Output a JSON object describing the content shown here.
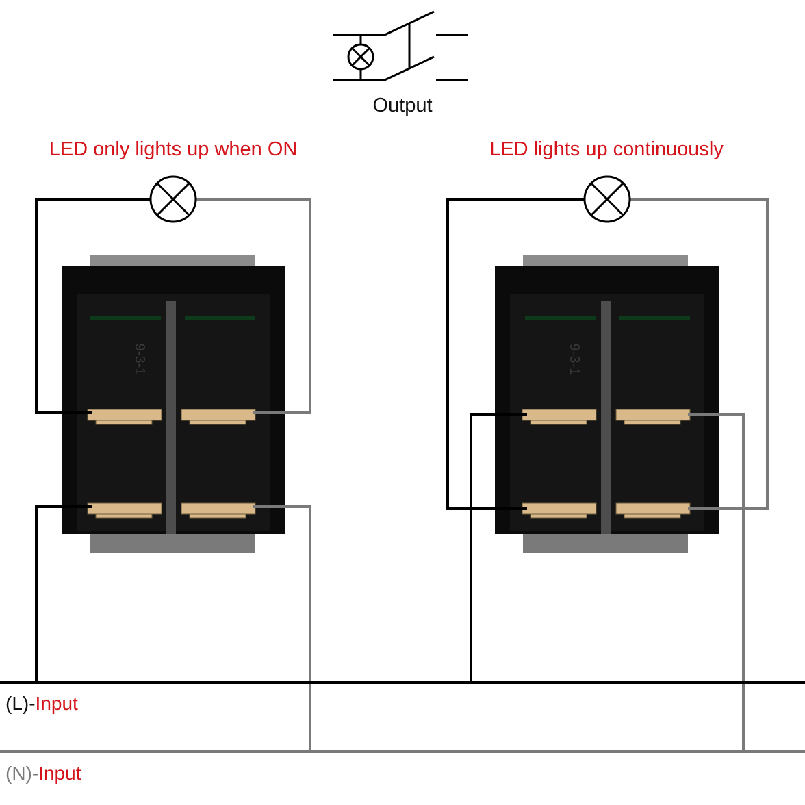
{
  "output_symbol": {
    "label": "Output"
  },
  "diagrams": [
    {
      "caption": "LED only lights up when ON",
      "switch_marking": "9-3-1"
    },
    {
      "caption": "LED lights up continuously",
      "switch_marking": "9-3-1"
    }
  ],
  "inputs": {
    "live": {
      "prefix": "(L)-",
      "suffix": "Input"
    },
    "neutral": {
      "prefix": "(N)-",
      "suffix": "Input"
    }
  },
  "colors": {
    "live_wire": "#000000",
    "neutral_wire": "#7a7a7a",
    "caption": "#d4141a",
    "input_text": "#d4141a",
    "switch_body": "#0a0a0a",
    "rocker": "#8a8a8a",
    "terminal": "#d9b98a"
  }
}
